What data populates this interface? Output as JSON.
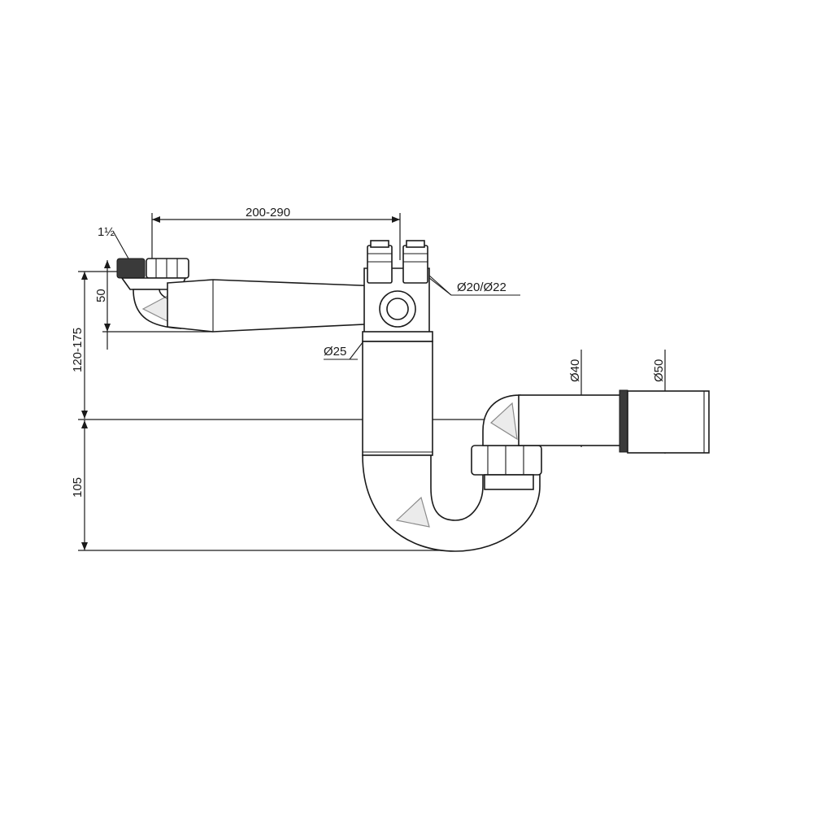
{
  "labels": {
    "thread": "1½",
    "length": "200-290",
    "inlet_dia": "Ø20/Ø22",
    "drain_dia": "Ø25",
    "height_upper": "50",
    "height_range": "120-175",
    "height_lower": "105",
    "pipe_dia": "Ø40",
    "outlet_dia": "Ø50"
  },
  "colors": {
    "line": "#1a1a1a",
    "fill": "#ffffff",
    "shade": "#d9d9d9"
  }
}
